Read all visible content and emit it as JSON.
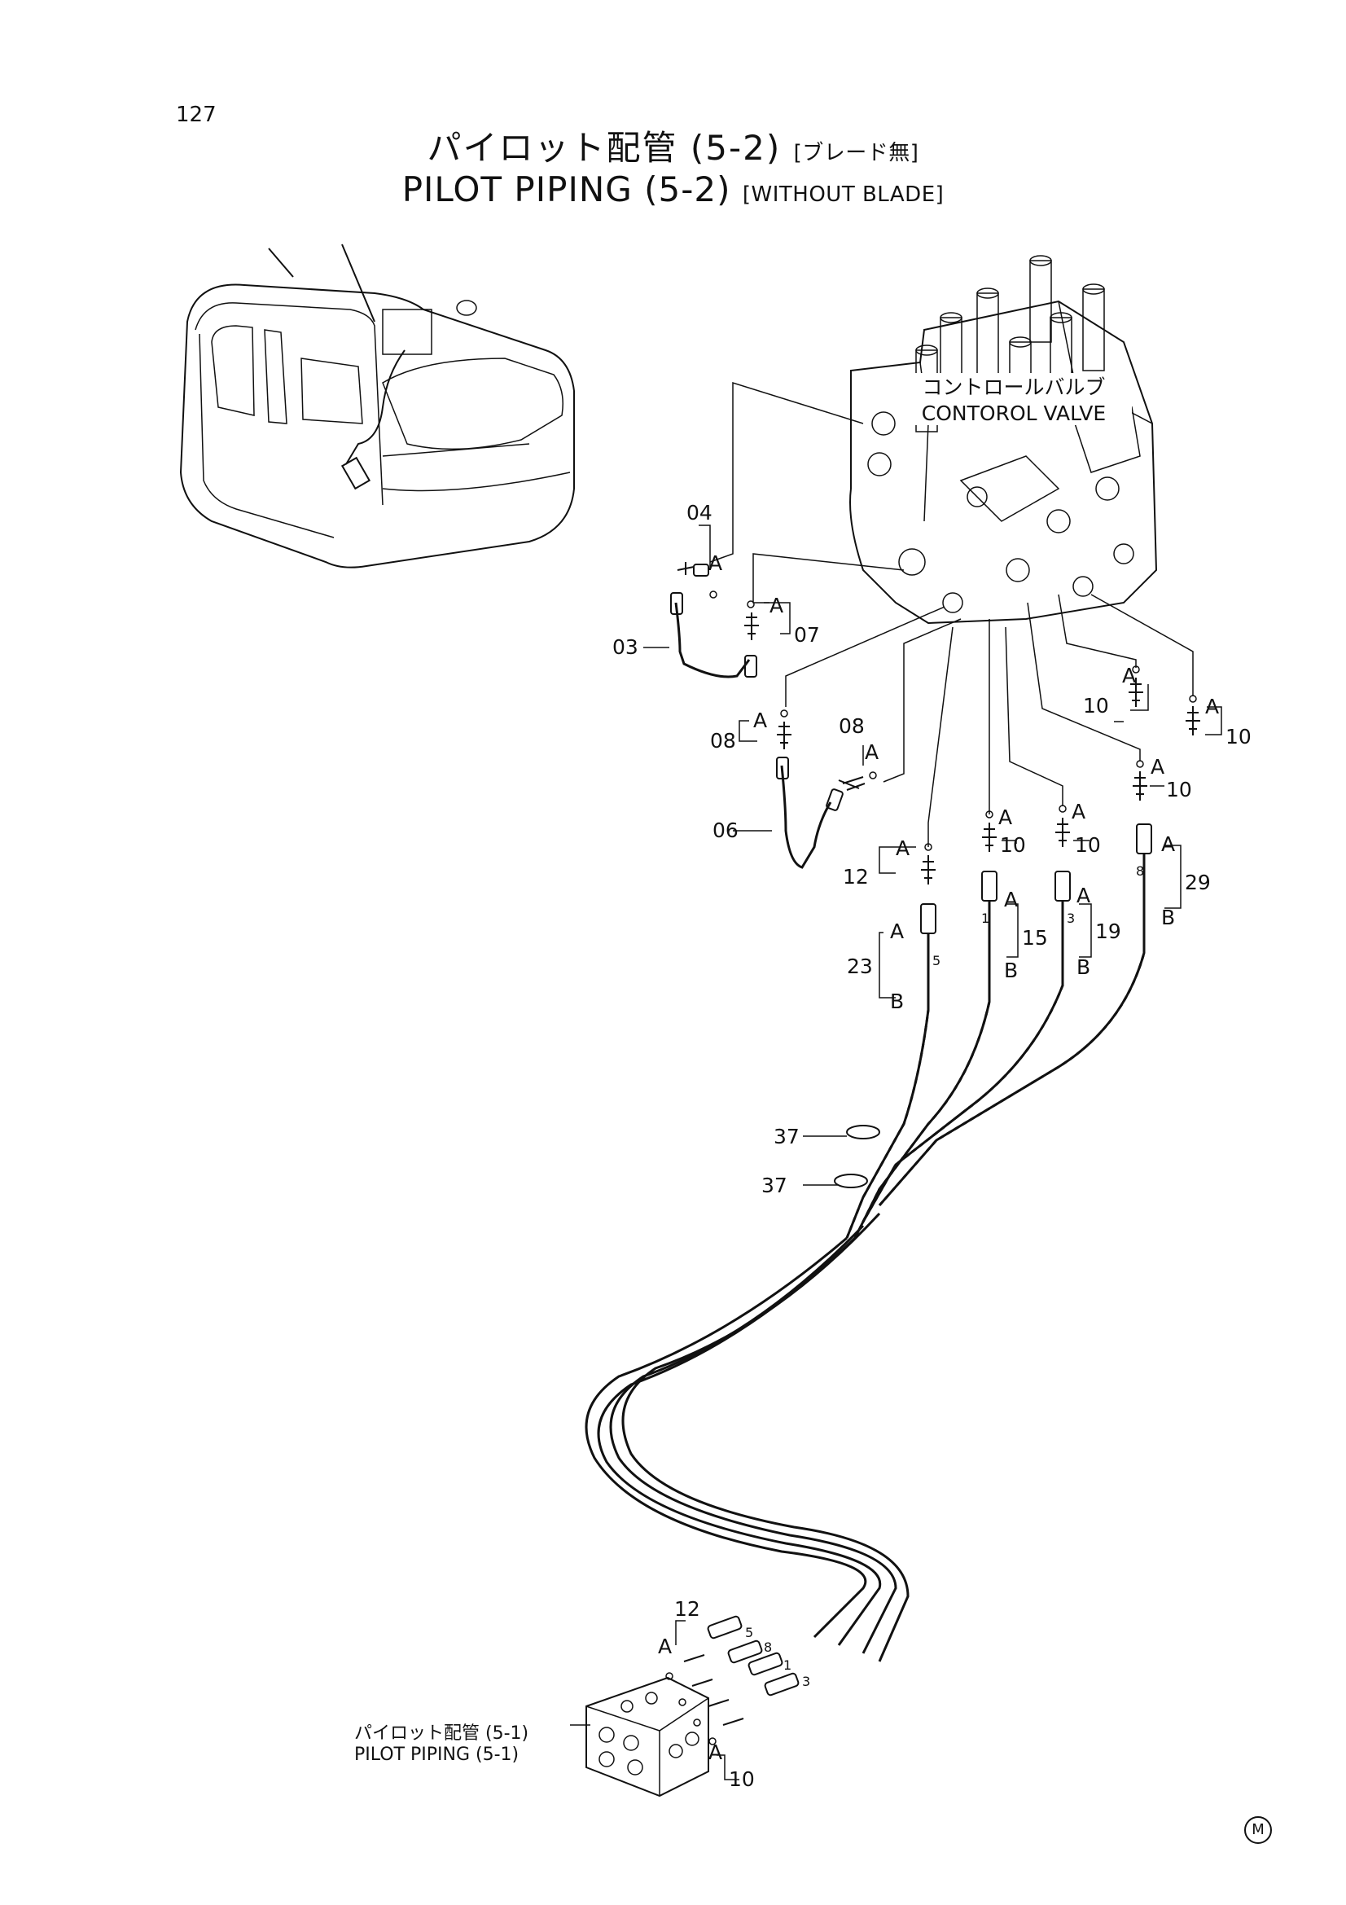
{
  "page_number": "127",
  "title_jp": "パイロット配管 (5-2)",
  "title_jp_sub": "[ブレード無]",
  "title_en": "PILOT PIPING (5-2)",
  "title_en_sub": "[WITHOUT BLADE]",
  "component_label_jp": "コントロールバルブ",
  "component_label_en": "CONTOROL VALVE",
  "ref_label_jp": "パイロット配管 (5-1)",
  "ref_label_en": "PILOT PIPING (5-1)",
  "corner_mark": "M",
  "part_callouts": {
    "c04": "04",
    "c03": "03",
    "c07": "07",
    "c08a": "08",
    "c08b": "08",
    "c06": "06",
    "c12a": "12",
    "c23": "23",
    "c10a": "10",
    "c10b": "10",
    "c10c": "10",
    "c10d": "10",
    "c10e": "10",
    "c15": "15",
    "c19": "19",
    "c29": "29",
    "c37a": "37",
    "c37b": "37",
    "c12b": "12",
    "c10f": "10"
  },
  "port_letters": {
    "a": "A",
    "b": "B"
  },
  "hose_marks": {
    "m5": "5",
    "m1": "1",
    "m3": "3",
    "m8": "8"
  }
}
